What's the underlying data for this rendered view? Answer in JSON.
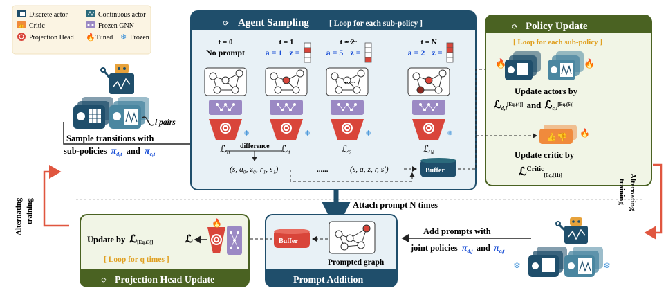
{
  "legend": {
    "discrete_actor": "Discrete actor",
    "continuous_actor": "Continuous actor",
    "critic": "Critic",
    "frozen_gnn": "Frozen GNN",
    "projection_head": "Projection Head",
    "tuned": "Tuned",
    "frozen": "Frozen"
  },
  "left": {
    "pairs": "l pairs",
    "sample_line1": "Sample transitions with",
    "sample_line2_prefix": "sub-policies",
    "pi_d_i": "π",
    "pi_d_i_sub": "d,i",
    "and": "and",
    "pi_c_i": "π",
    "pi_c_i_sub": "c,i",
    "alternating": "Alternating",
    "training": "training"
  },
  "agent_sampling": {
    "title": "Agent Sampling",
    "loop": "[ Loop for each sub-policy ]",
    "steps": [
      {
        "t": "t = 0",
        "a": "No prompt",
        "z": "",
        "loss": "ℒ",
        "loss_sub": "0"
      },
      {
        "t": "t = 1",
        "a": "a = 1",
        "z": "z =",
        "loss": "ℒ",
        "loss_sub": "1"
      },
      {
        "t": "t = 2",
        "a": "a = 5",
        "z": "z =",
        "loss": "ℒ",
        "loss_sub": "2"
      },
      {
        "t": "t = N",
        "a": "a = 2",
        "z": "z =",
        "loss": "ℒ",
        "loss_sub": "N"
      }
    ],
    "ellipsis": "......",
    "difference": "difference",
    "tuple1": "(s, a₀, z₀, r₁, s₁)",
    "tuple2": "(s, a, z, r, s′)",
    "buffer": "Buffer",
    "dots": "......"
  },
  "policy_update": {
    "title": "Policy Update",
    "loop": "[ Loop for each sub-policy ]",
    "actors_line1": "Update actors by",
    "ld": "ℒ",
    "ld_sub": "d,i",
    "eq4": "[Eq.(4)]",
    "and": "and",
    "lc": "ℒ",
    "lc_sub": "c,i",
    "eq6": "[Eq.(6)]",
    "critic_line1": "Update critic by",
    "lcritic": "ℒ",
    "lcritic_sup": "Critic",
    "eq11": "[Eq.(11)]",
    "alternating": "Alternating",
    "training": "training"
  },
  "middle": {
    "attach": "Attach prompt N times",
    "add_line1": "Add prompts with",
    "add_line2_prefix": "joint policies",
    "pi_d_j": "π",
    "pi_d_j_sub": "d,j",
    "and": "and",
    "pi_c_j": "π",
    "pi_c_j_sub": "c,j"
  },
  "projection": {
    "title": "Projection Head Update",
    "update": "Update by",
    "l": "ℒ",
    "eq3": "[Eq.(3)]",
    "loop": "[ Loop for q times ]",
    "l_out": "ℒ"
  },
  "prompt_addition": {
    "title": "Prompt Addition",
    "buffer": "Buffer",
    "graph": "Prompted graph"
  },
  "colors": {
    "navy": "#1f4e6b",
    "olive": "#4a6222",
    "teal_title": "#2b6a7c",
    "red": "#d9453a",
    "orange": "#f08a3c",
    "purple": "#9b89c4",
    "lightblue": "#e8f1f6",
    "lightgreen": "#f1f5e6",
    "accent_blue": "#1a4fd6"
  }
}
